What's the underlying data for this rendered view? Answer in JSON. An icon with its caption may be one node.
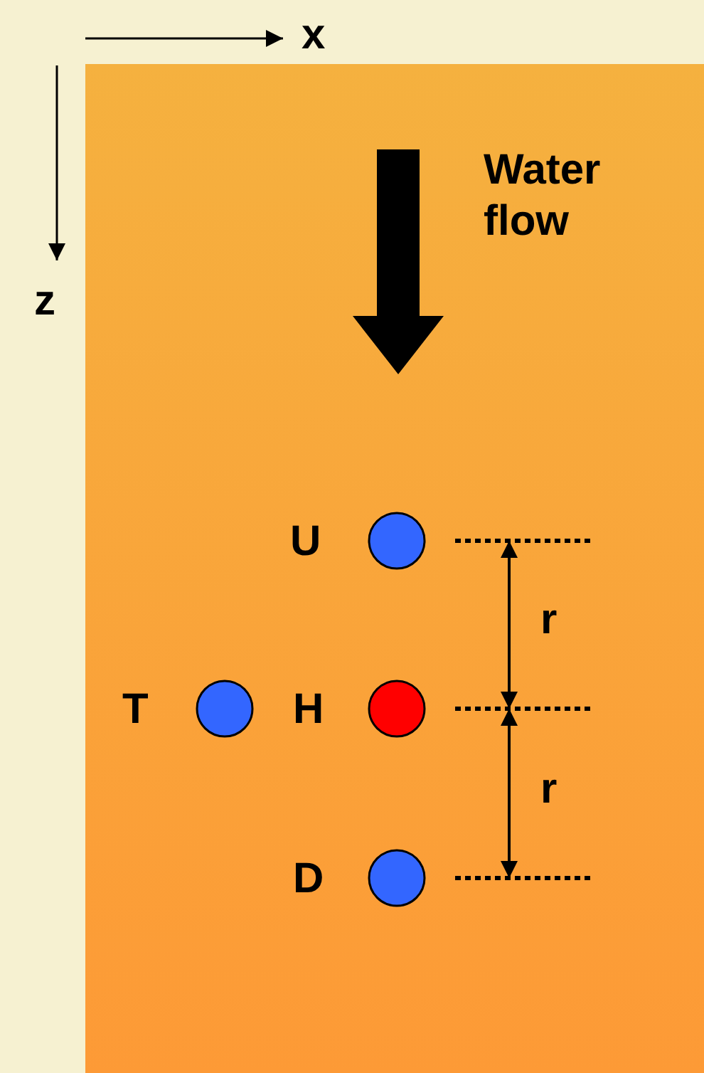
{
  "diagram": {
    "labels": [
      "x",
      "z",
      "Water flow",
      "U",
      "r",
      "T",
      "H",
      "r",
      "D"
    ]
  }
}
